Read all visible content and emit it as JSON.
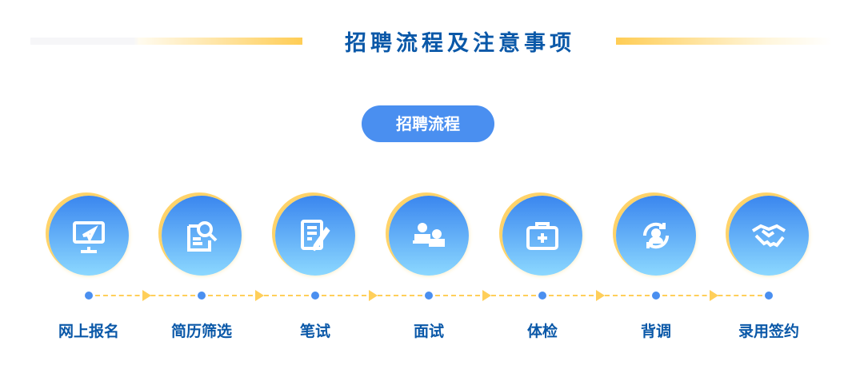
{
  "header": {
    "title": "招聘流程及注意事项"
  },
  "section": {
    "label": "招聘流程"
  },
  "steps": [
    {
      "label": "网上报名",
      "icon": "computer-send-icon"
    },
    {
      "label": "简历筛选",
      "icon": "document-search-icon"
    },
    {
      "label": "笔试",
      "icon": "pen-paper-icon"
    },
    {
      "label": "面试",
      "icon": "interview-icon"
    },
    {
      "label": "体检",
      "icon": "medical-kit-icon"
    },
    {
      "label": "背调",
      "icon": "person-cycle-icon"
    },
    {
      "label": "录用签约",
      "icon": "handshake-icon"
    }
  ],
  "colors": {
    "primary": "#0a58a8",
    "accent": "#4a8ff0",
    "gold": "#ffcd55"
  }
}
